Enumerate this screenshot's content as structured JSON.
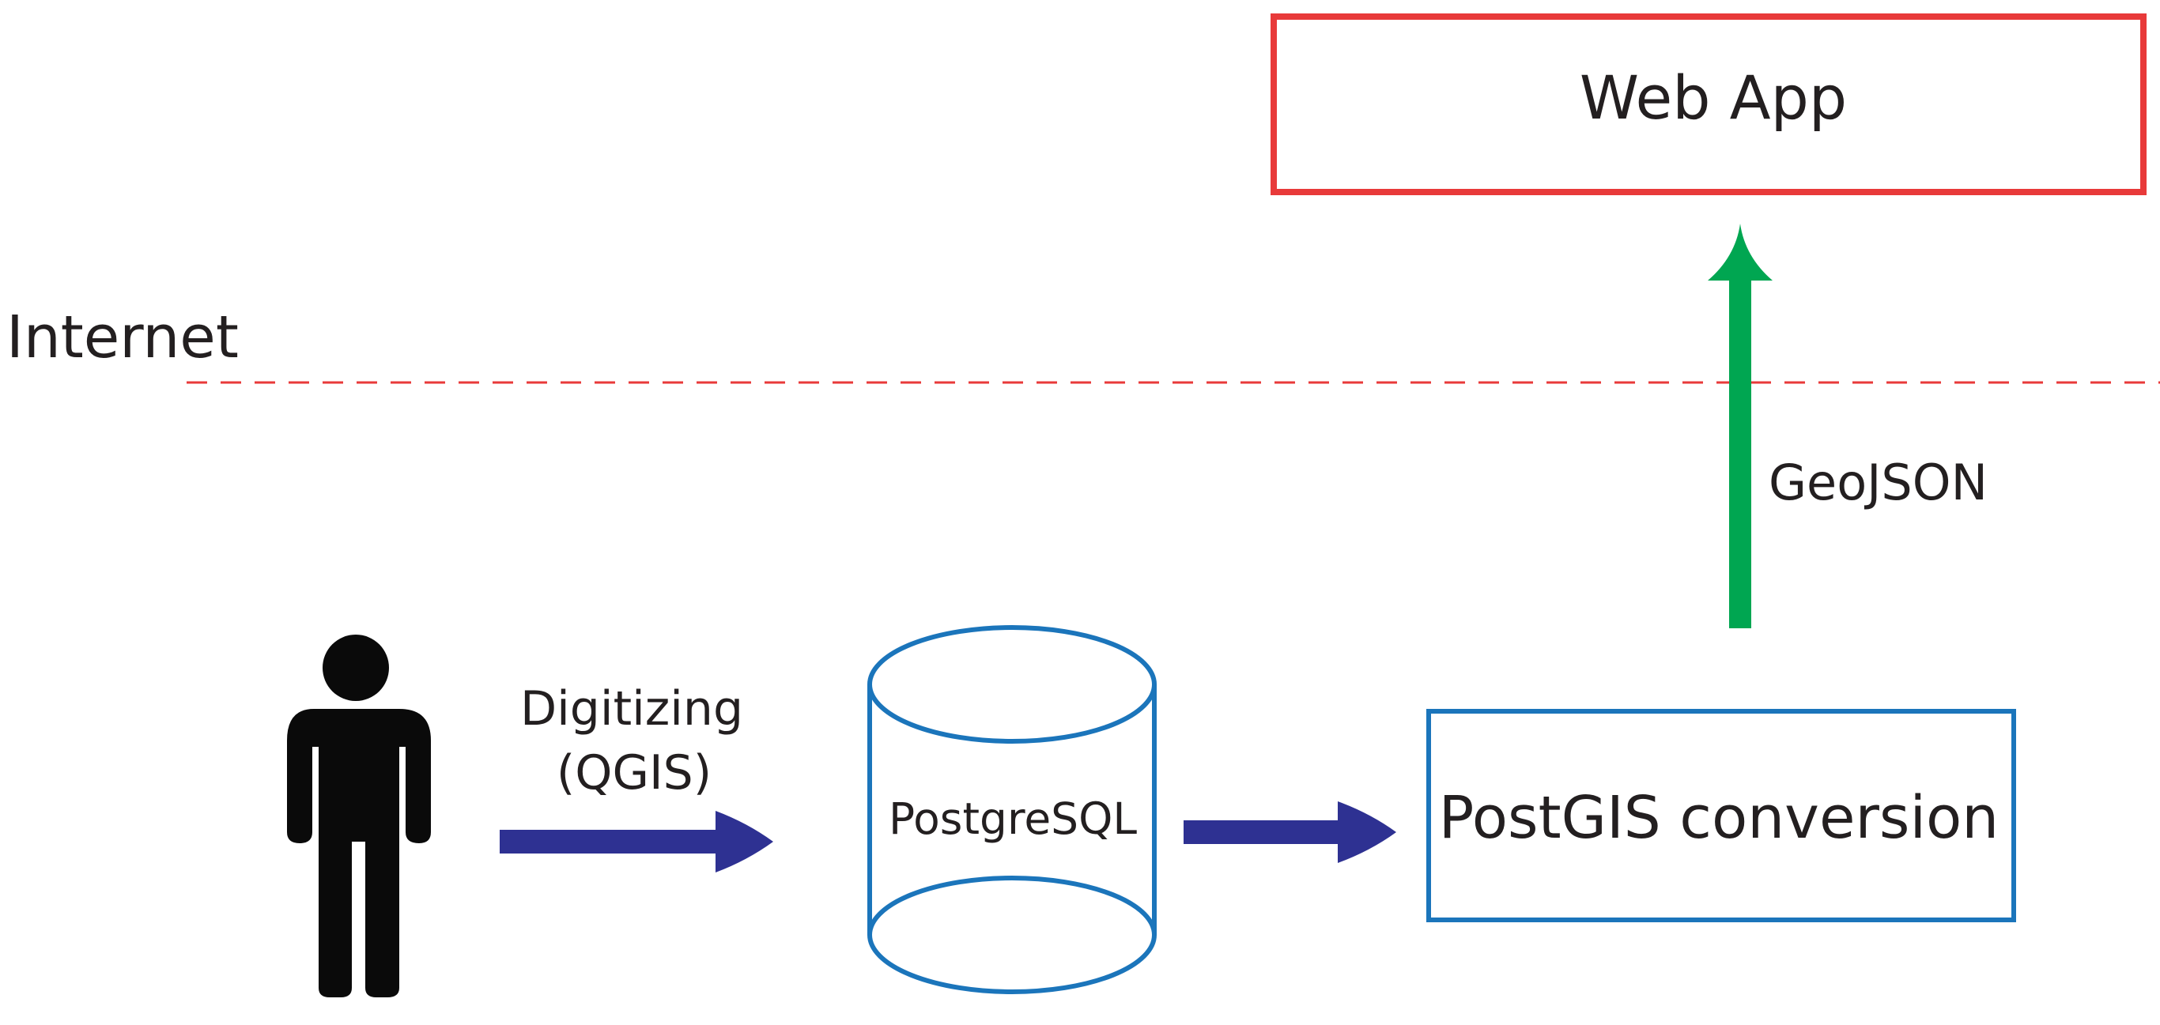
{
  "title": "",
  "zones": {
    "internet_label": "Internet"
  },
  "nodes": {
    "web_app": {
      "label": "Web App",
      "border_color": "#e83a3a"
    },
    "database": {
      "label": "PostgreSQL",
      "border_color": "#1b75bb"
    },
    "postgis": {
      "label": "PostGIS conversion",
      "border_color": "#1b75bb"
    },
    "user": {
      "icon": "person-icon",
      "color": "#0a0a0a"
    }
  },
  "edges": {
    "digitizing": {
      "line1": "Digitizing",
      "line2": "(QGIS)",
      "color": "#2e3192"
    },
    "db_to_postgis": {
      "color": "#2e3192"
    },
    "geojson": {
      "label": "GeoJSON",
      "color": "#00a651"
    }
  },
  "divider": {
    "color": "#e83a3a",
    "style": "dashed"
  }
}
